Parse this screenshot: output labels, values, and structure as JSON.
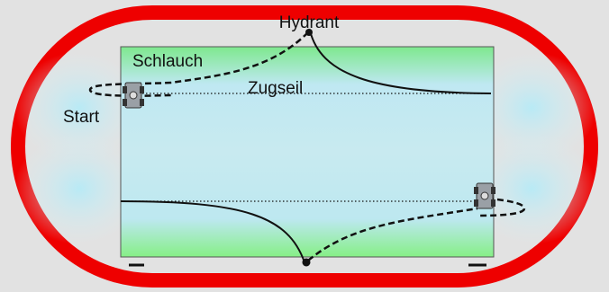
{
  "labels": {
    "hydrant": "Hydrant",
    "hose": "Schlauch",
    "pull_rope": "Zugseil",
    "start": "Start"
  },
  "colors": {
    "background": "#e2e2e2",
    "track": "#ee0000",
    "field_fill": "#8ef0c8",
    "glow": "#bfe8f2",
    "line": "#111111"
  },
  "icons": {
    "machine": "irrigation-reel-machine-icon",
    "hydrant": "hydrant-point-icon"
  }
}
